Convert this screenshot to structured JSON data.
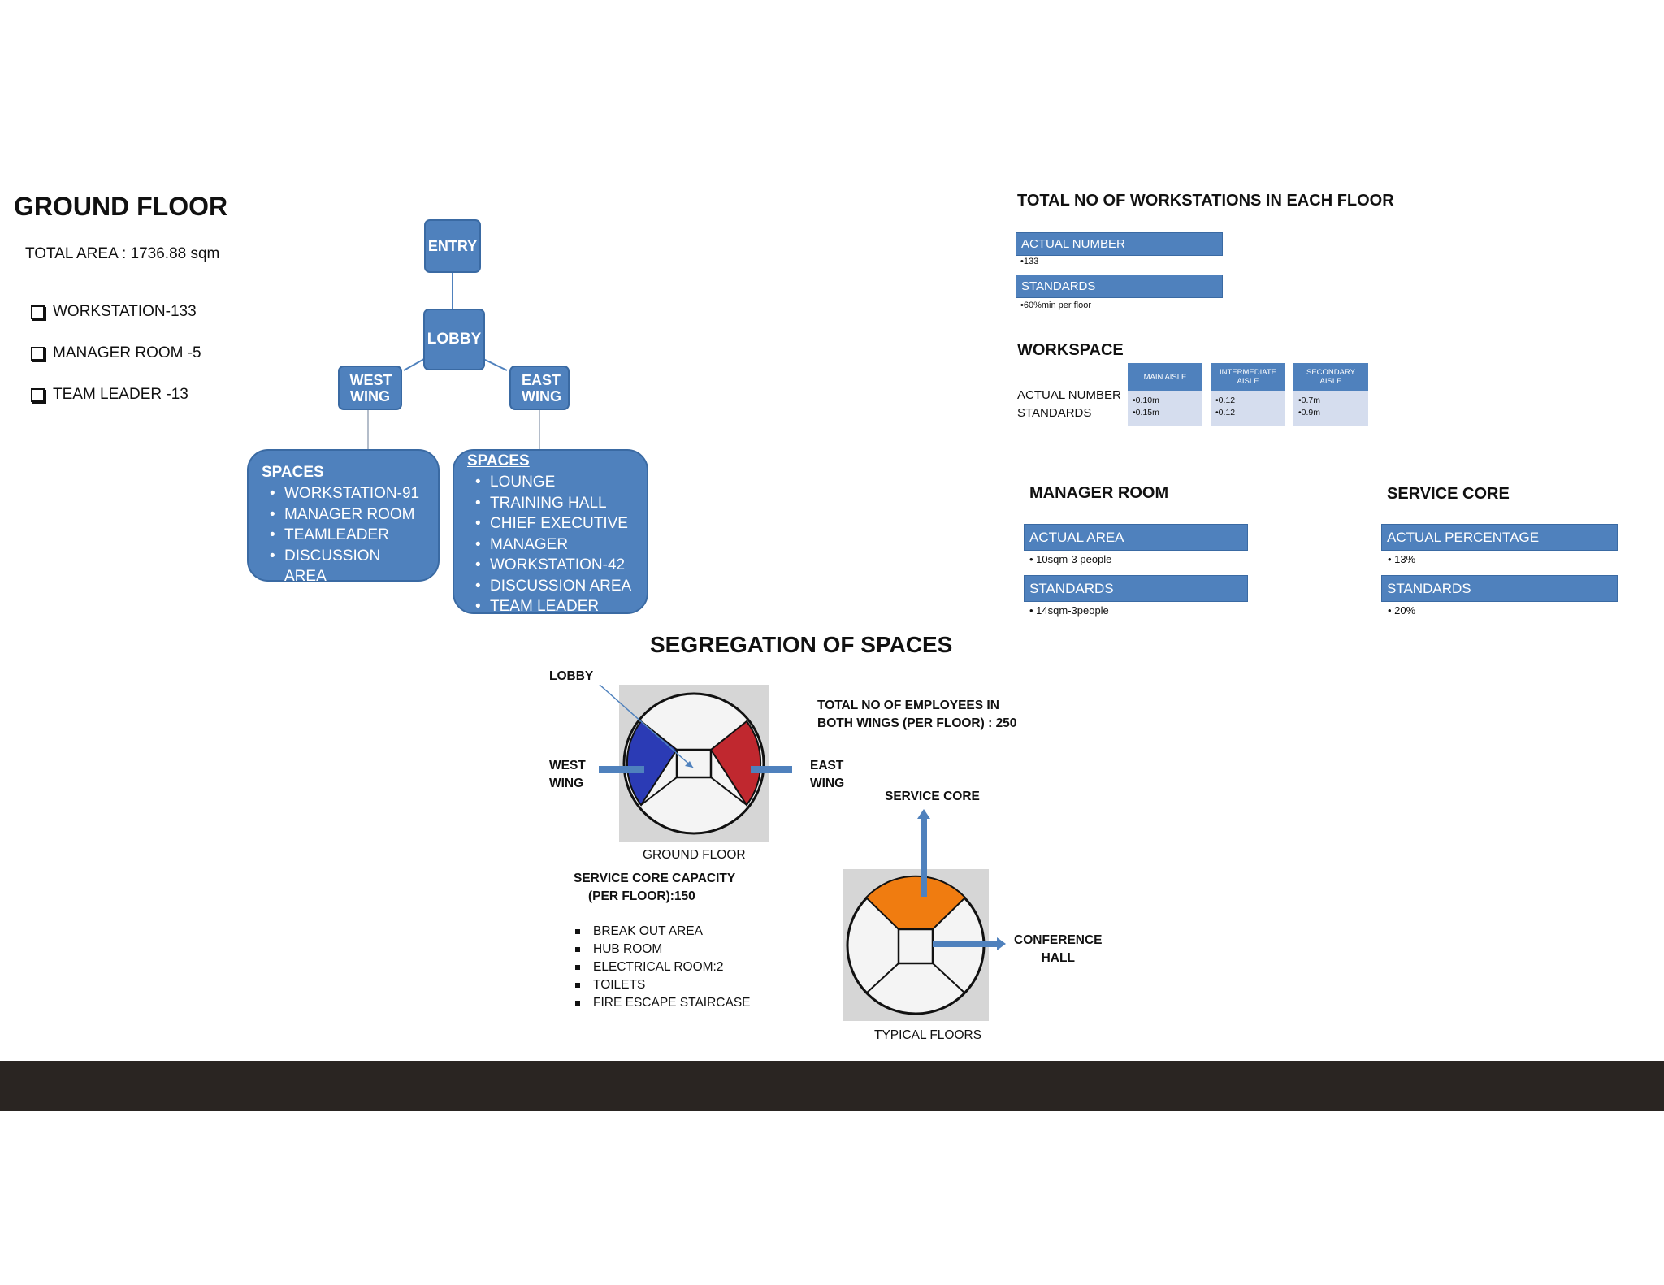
{
  "ground_floor": {
    "title": "GROUND FLOOR",
    "total_area": "TOTAL AREA : 1736.88 sqm",
    "checklist": [
      "WORKSTATION-133",
      "MANAGER ROOM -5",
      "TEAM LEADER -13"
    ]
  },
  "hierarchy": {
    "entry": "ENTRY",
    "lobby": "LOBBY",
    "west_wing": "WEST WING",
    "east_wing": "EAST WING",
    "west_spaces": {
      "heading": "SPACES",
      "items": [
        "WORKSTATION-91",
        "MANAGER ROOM",
        "TEAMLEADER",
        "DISCUSSION AREA"
      ]
    },
    "east_spaces": {
      "heading": "SPACES",
      "items": [
        "LOUNGE",
        "TRAINING HALL",
        "CHIEF EXECUTIVE",
        "MANAGER",
        "WORKSTATION-42",
        "DISCUSSION AREA",
        "TEAM LEADER"
      ]
    }
  },
  "workstations": {
    "title": "TOTAL NO OF WORKSTATIONS IN EACH FLOOR",
    "actual_label": "ACTUAL NUMBER",
    "actual_value": "•133",
    "standards_label": "STANDARDS",
    "standards_value": "•60%min per floor"
  },
  "workspace": {
    "title": "WORKSPACE",
    "row_labels": [
      "ACTUAL NUMBER",
      "STANDARDS"
    ],
    "columns": [
      {
        "header": "MAIN AISLE",
        "values": [
          "•0.10m",
          "•0.15m"
        ]
      },
      {
        "header": "INTERMEDIATE AISLE",
        "values": [
          "•0.12",
          "•0.12"
        ]
      },
      {
        "header": "SECONDARY AISLE",
        "values": [
          "•0.7m",
          "•0.9m"
        ]
      }
    ]
  },
  "manager_room": {
    "title": "MANAGER ROOM",
    "actual_label": "ACTUAL AREA",
    "actual_value": "10sqm-3 people",
    "standards_label": "STANDARDS",
    "standards_value": "14sqm-3people"
  },
  "service_core": {
    "title": "SERVICE CORE",
    "actual_label": "ACTUAL PERCENTAGE",
    "actual_value": "13%",
    "standards_label": "STANDARDS",
    "standards_value": "20%"
  },
  "segregation": {
    "title": "SEGREGATION OF SPACES",
    "lobby_label": "LOBBY",
    "west_label_1": "WEST",
    "west_label_2": "WING",
    "east_label_1": "EAST",
    "east_label_2": "WING",
    "employees_1": "TOTAL NO OF EMPLOYEES IN",
    "employees_2": "BOTH WINGS (PER FLOOR) : 250",
    "ground_floor_caption": "GROUND FLOOR",
    "service_core_label": "SERVICE CORE",
    "capacity_1": "SERVICE CORE CAPACITY",
    "capacity_2": "(PER FLOOR):150",
    "capacity_items": [
      "BREAK OUT AREA",
      "HUB ROOM",
      "ELECTRICAL ROOM:2",
      "TOILETS",
      "FIRE ESCAPE STAIRCASE"
    ],
    "conference_1": "CONFERENCE",
    "conference_2": "HALL",
    "typical_caption": "TYPICAL FLOORS"
  },
  "colors": {
    "accent_blue": "#4f81bd",
    "west_blue": "#2b3bb5",
    "east_red": "#c0282f",
    "core_orange": "#f07c10",
    "footer": "#2a2522"
  }
}
